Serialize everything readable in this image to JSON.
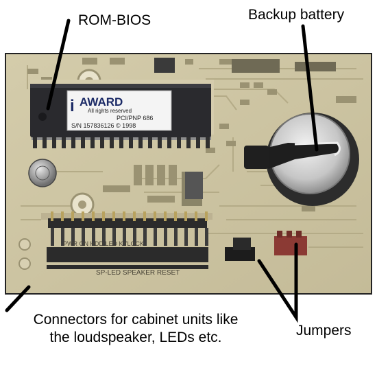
{
  "labels": {
    "rom_bios": "ROM-BIOS",
    "backup_battery": "Backup battery",
    "connectors_line1": "Connectors for cabinet units like",
    "connectors_line2": "the loudspeaker, LEDs etc.",
    "jumpers": "Jumpers"
  },
  "chip": {
    "brand": "AWARD",
    "rights": "All rights reserved",
    "model": "PCI/PNP 686",
    "serial": "S/N 157836126 © 1998"
  },
  "board_silkscreen": {
    "header_row1": "PWR ON HDD LED KYLOCK",
    "header_row2": "SP-LED SPEAKER RESET"
  },
  "colors": {
    "board": "#cbc2a0",
    "chip": "#2a2a2e",
    "battery": "#c9c9c9",
    "jumper_red": "#8b3a34"
  }
}
